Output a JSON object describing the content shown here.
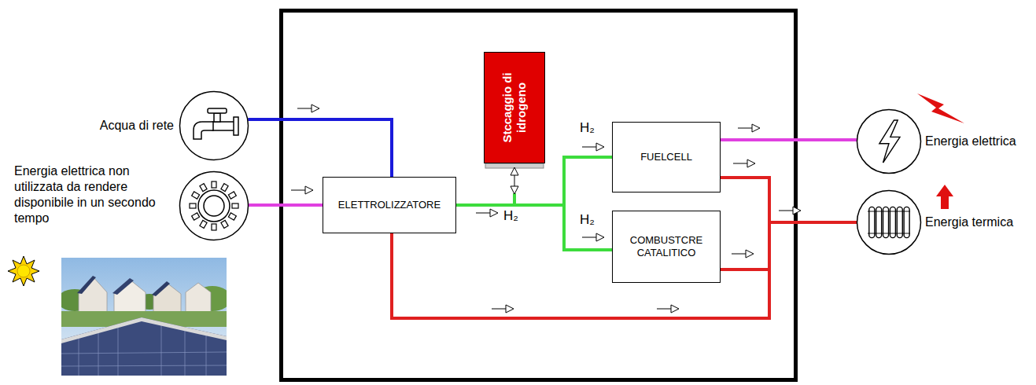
{
  "diagram": {
    "nodes": [
      {
        "text": [
          "Acqua di rete"
        ]
      },
      {
        "text": [
          "Energia elettrica non utilizzata da rendere disponibile in un secondo tempo"
        ]
      },
      {
        "text": [
          "ELETTROLIZZATORE"
        ]
      },
      {
        "text": [
          "Stccaggio di idrogeno"
        ]
      },
      {
        "text": [
          "FUELCELL"
        ]
      },
      {
        "text": [
          "COMBUSTCRE CATALITICO"
        ]
      },
      {
        "text": [
          "Energia elettrica"
        ]
      },
      {
        "text": [
          "Energia termica"
        ]
      }
    ],
    "edges": [
      {
        "from": 0,
        "to": 2,
        "arrow": "to"
      },
      {
        "from": 1,
        "to": 2,
        "arrow": "to"
      },
      {
        "from": 2,
        "to": 3,
        "arrow": "both"
      },
      {
        "from": 2,
        "to": 4,
        "arrow": "to"
      },
      {
        "from": 2,
        "to": 5,
        "arrow": "to"
      },
      {
        "from": 4,
        "to": 6,
        "arrow": "to"
      },
      {
        "from": 4,
        "to": 7,
        "arrow": "to"
      },
      {
        "from": 5,
        "to": 7,
        "arrow": "to"
      },
      {
        "from": 2,
        "to": 7,
        "arrow": "to"
      }
    ],
    "labels": [
      "H₂",
      "H₂",
      "H₂"
    ]
  }
}
